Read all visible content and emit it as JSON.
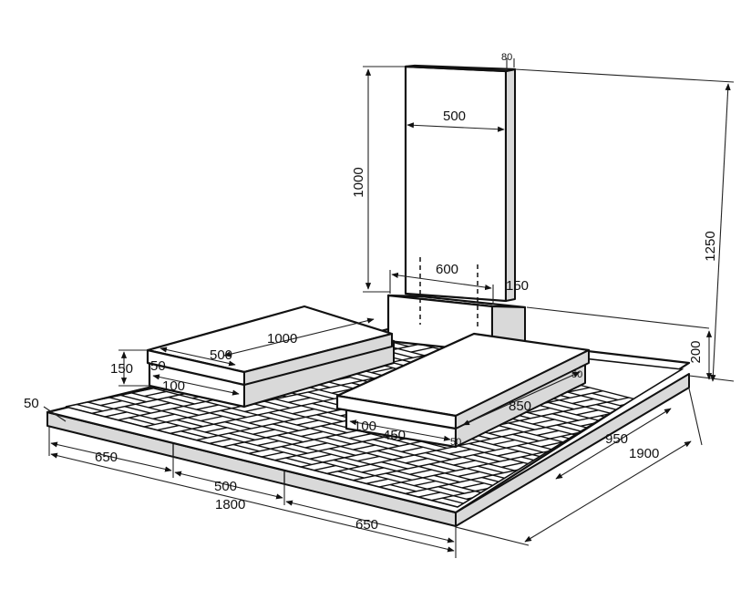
{
  "diagram": {
    "labels": {
      "stele_height": "1000",
      "stele_width": "500",
      "stele_thickness": "80",
      "total_height": "1250",
      "base_width": "600",
      "base_depth": "150",
      "base_height": "200",
      "left_slab_length": "1000",
      "left_slab_width": "500",
      "left_slab_offset": "50",
      "left_slab_height": "150",
      "left_slab_inset": "100",
      "right_slab_length": "850",
      "right_slab_width": "450",
      "right_slab_inset": "100",
      "right_slab_side_a": "50",
      "right_slab_side_b": "50",
      "platform_border": "50",
      "front_left": "650",
      "front_mid": "500",
      "front_right": "650",
      "front_total": "1800",
      "side_part": "950",
      "side_total": "1900"
    }
  }
}
